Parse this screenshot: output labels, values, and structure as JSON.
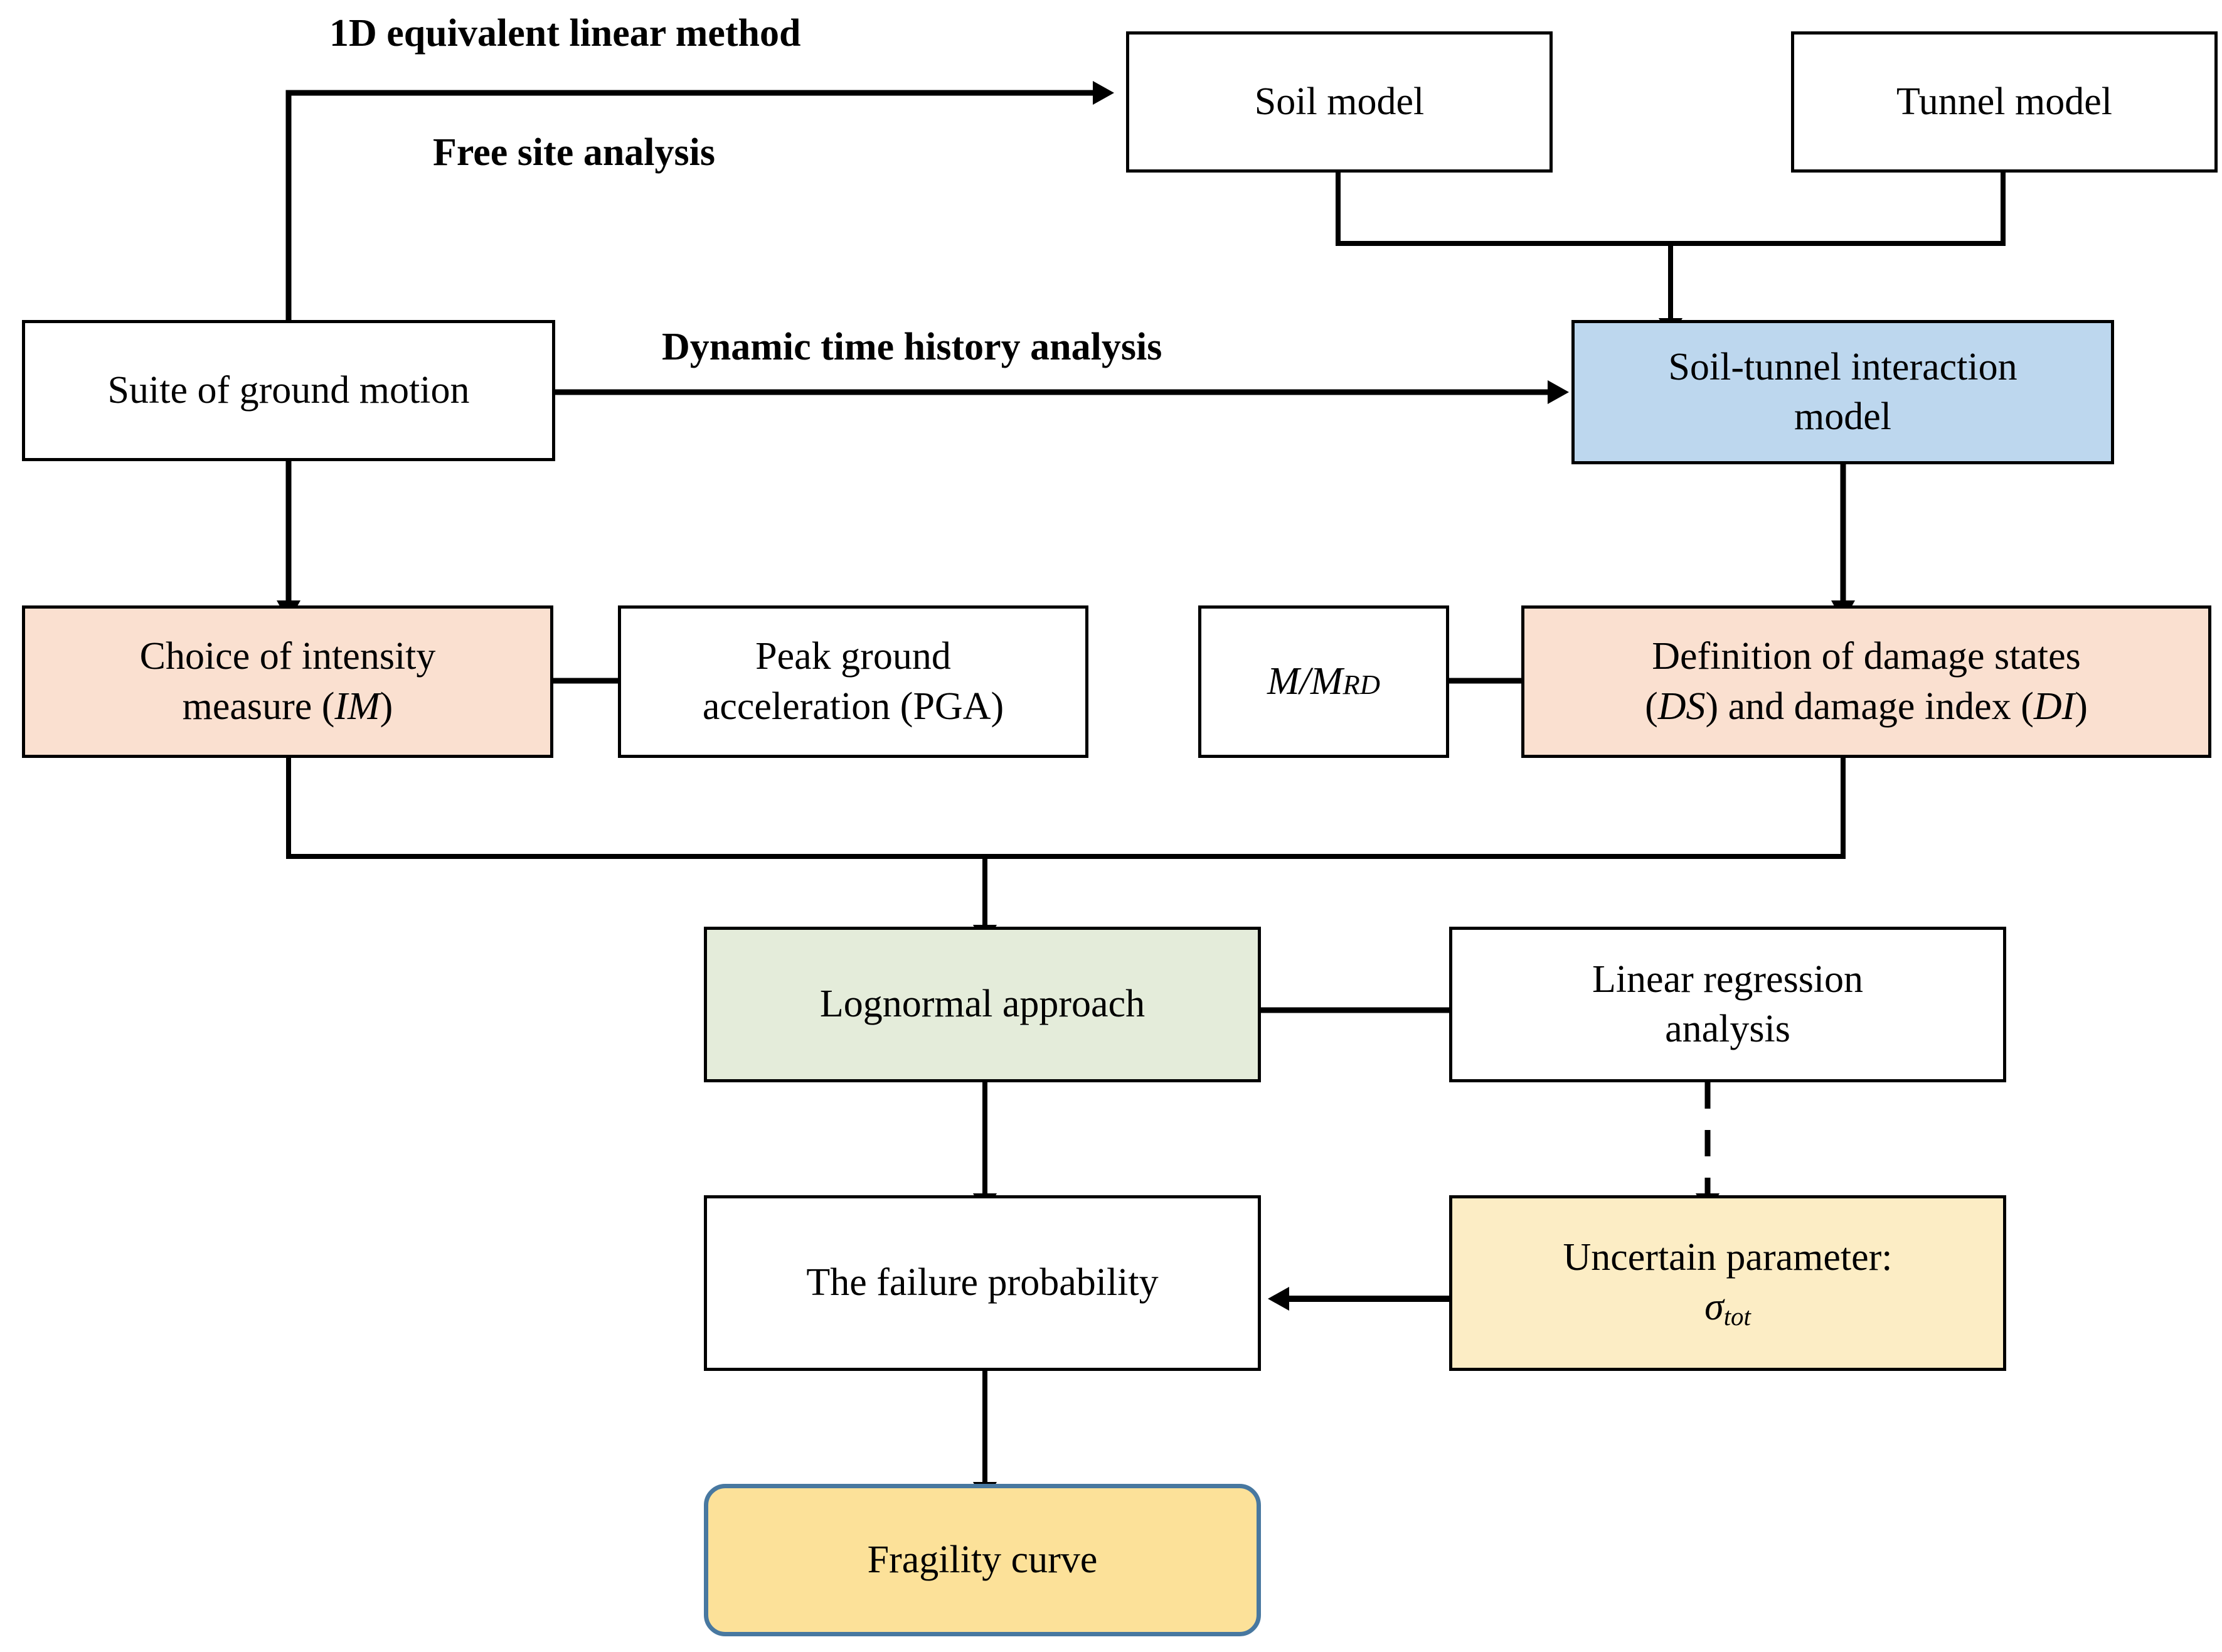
{
  "diagram": {
    "title_labels": [
      {
        "id": "label-1d-method",
        "text": "1D equivalent linear method"
      },
      {
        "id": "label-free-site",
        "text": "Free site analysis"
      },
      {
        "id": "label-dynamic-time-history",
        "text": "Dynamic time history analysis"
      }
    ],
    "nodes": [
      {
        "id": "soil-model",
        "text": "Soil model",
        "fill": "#ffffff"
      },
      {
        "id": "tunnel-model",
        "text": "Tunnel model",
        "fill": "#ffffff"
      },
      {
        "id": "suite-ground-motion",
        "text": "Suite of ground motion",
        "fill": "#ffffff"
      },
      {
        "id": "soil-tunnel-interaction",
        "text": "Soil-tunnel interaction model",
        "fill": "#bdd7ee"
      },
      {
        "id": "choice-intensity-measure",
        "text": "Choice of intensity measure (IM)",
        "fill": "#fae0d0"
      },
      {
        "id": "peak-ground-acceleration",
        "text": "Peak ground acceleration (PGA)",
        "fill": "#ffffff"
      },
      {
        "id": "m-mrd",
        "text": "M/MRD",
        "fill": "#ffffff"
      },
      {
        "id": "damage-states",
        "text": "Definition of damage states (DS) and damage index (DI)",
        "fill": "#fae0d0"
      },
      {
        "id": "lognormal-approach",
        "text": "Lognormal approach",
        "fill": "#e4ecda"
      },
      {
        "id": "linear-regression",
        "text": "Linear regression analysis",
        "fill": "#ffffff"
      },
      {
        "id": "failure-probability",
        "text": "The failure probability",
        "fill": "#ffffff"
      },
      {
        "id": "uncertain-parameter",
        "text": "Uncertain parameter: σtot",
        "fill": "#fcedc5"
      },
      {
        "id": "fragility-curve",
        "text": "Fragility  curve",
        "fill": "#fce199"
      }
    ],
    "node_text": {
      "soil_model": "Soil model",
      "tunnel_model": "Tunnel model",
      "suite_ground_motion": "Suite of ground motion",
      "soil_tunnel_line1": "Soil-tunnel interaction",
      "soil_tunnel_line2": "model",
      "choice_im_line1": "Choice of intensity",
      "choice_im_line2_pre": "measure (",
      "choice_im_im": "IM",
      "choice_im_line2_post": ")",
      "pga_line1": "Peak ground",
      "pga_line2": "acceleration (PGA)",
      "m_ratio_num": "M",
      "m_ratio_slash": "/",
      "m_ratio_den": "M",
      "m_ratio_sub": "RD",
      "ds_line1": "Definition of damage states",
      "ds_line2_open": "(",
      "ds_line2_ds": "DS",
      "ds_line2_mid": ") and damage index (",
      "ds_line2_di": "DI",
      "ds_line2_close": ")",
      "lognormal": "Lognormal approach",
      "linreg_line1": "Linear regression",
      "linreg_line2": "analysis",
      "failure_probability": "The failure probability",
      "uncertain_line1": "Uncertain parameter:",
      "uncertain_sigma": "σ",
      "uncertain_sub": "tot",
      "fragility_curve": "Fragility  curve"
    },
    "colors": {
      "blue_fill": "#bdd7ee",
      "peach_fill": "#fae0d0",
      "green_fill": "#e4ecda",
      "light_yellow_fill": "#fcedc5",
      "yellow_fill": "#fce199",
      "rounded_border": "#4878a0",
      "stroke": "#000000",
      "background": "#ffffff"
    },
    "connectors": [
      {
        "id": "gm-up-to-soil-model",
        "style": "solid",
        "arrow": true
      },
      {
        "id": "soil-and-tunnel-to-interaction",
        "style": "solid",
        "arrow": true
      },
      {
        "id": "gm-to-interaction",
        "style": "solid",
        "arrow": true
      },
      {
        "id": "gm-down-to-im",
        "style": "solid",
        "arrow": true
      },
      {
        "id": "interaction-to-damage-states",
        "style": "solid",
        "arrow": true
      },
      {
        "id": "im-to-pga",
        "style": "solid",
        "arrow": false
      },
      {
        "id": "mmrd-to-damage-states",
        "style": "solid",
        "arrow": false
      },
      {
        "id": "im-and-ds-to-lognormal",
        "style": "solid",
        "arrow": true
      },
      {
        "id": "lognormal-to-linear-regression",
        "style": "solid",
        "arrow": false
      },
      {
        "id": "lognormal-to-failure",
        "style": "solid",
        "arrow": true
      },
      {
        "id": "linear-regression-to-uncertain",
        "style": "dashed",
        "arrow": true
      },
      {
        "id": "uncertain-to-failure",
        "style": "solid",
        "arrow": true
      },
      {
        "id": "failure-to-fragility",
        "style": "solid",
        "arrow": true
      }
    ]
  }
}
